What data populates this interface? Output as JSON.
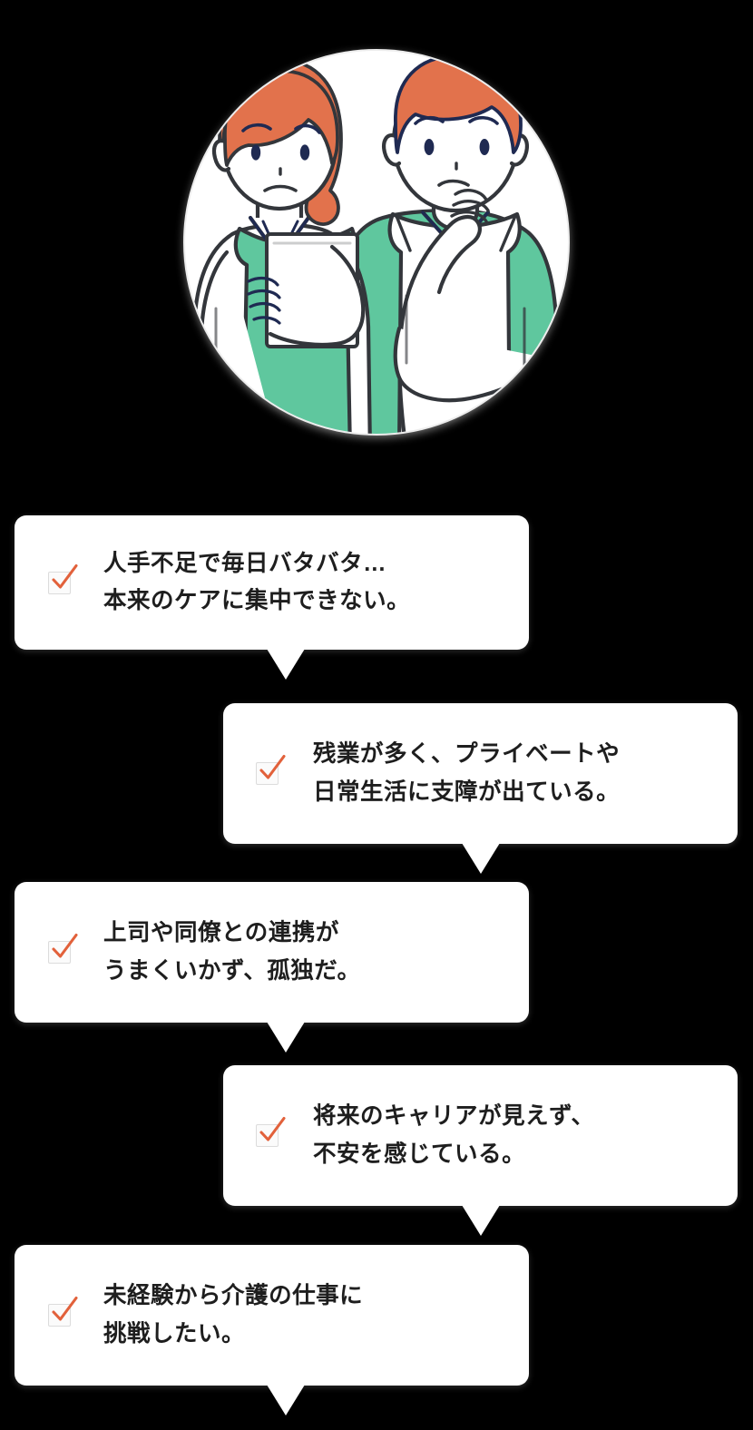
{
  "illustration": {
    "name": "two-worried-caregivers-illustration",
    "alt_description": "介護職の女性と男性が不安そうな表情で立っているイラスト",
    "colors": {
      "hair": "#E2724C",
      "apron": "#5FC79E",
      "outline": "#33363B",
      "outline_navy": "#1F2A52",
      "circle_bg": "#FFFFFF",
      "circle_shadow": "#E6E6E6",
      "page_bg": "#000000"
    },
    "figures": [
      {
        "name": "female-caregiver",
        "holding": "clipboard",
        "expression": "worried"
      },
      {
        "name": "male-caregiver",
        "gesture": "hand-on-chin",
        "expression": "worried"
      }
    ]
  },
  "checkbox": {
    "icon": "checkmark-icon",
    "checked": true,
    "check_color": "#E2613B",
    "box_fill": "#FBFBFB",
    "box_border": "#DCDCDC"
  },
  "bubbles": [
    {
      "id": "bubble-1",
      "align": "left",
      "line1": "人手不足で毎日バタバタ…",
      "line2": "本来のケアに集中できない。",
      "text": "人手不足で毎日バタバタ…\n本来のケアに集中できない。"
    },
    {
      "id": "bubble-2",
      "align": "right",
      "line1": "残業が多く、プライベートや",
      "line2": "日常生活に支障が出ている。",
      "text": "残業が多く、プライベートや\n日常生活に支障が出ている。"
    },
    {
      "id": "bubble-3",
      "align": "left",
      "line1": "上司や同僚との連携が",
      "line2": "うまくいかず、孤独だ。",
      "text": "上司や同僚との連携が\nうまくいかず、孤独だ。"
    },
    {
      "id": "bubble-4",
      "align": "right",
      "line1": "将来のキャリアが見えず、",
      "line2": "不安を感じている。",
      "text": "将来のキャリアが見えず、\n不安を感じている。"
    },
    {
      "id": "bubble-5",
      "align": "left",
      "line1": "未経験から介護の仕事に",
      "line2": "挑戦したい。",
      "text": "未経験から介護の仕事に\n挑戦したい。"
    }
  ]
}
